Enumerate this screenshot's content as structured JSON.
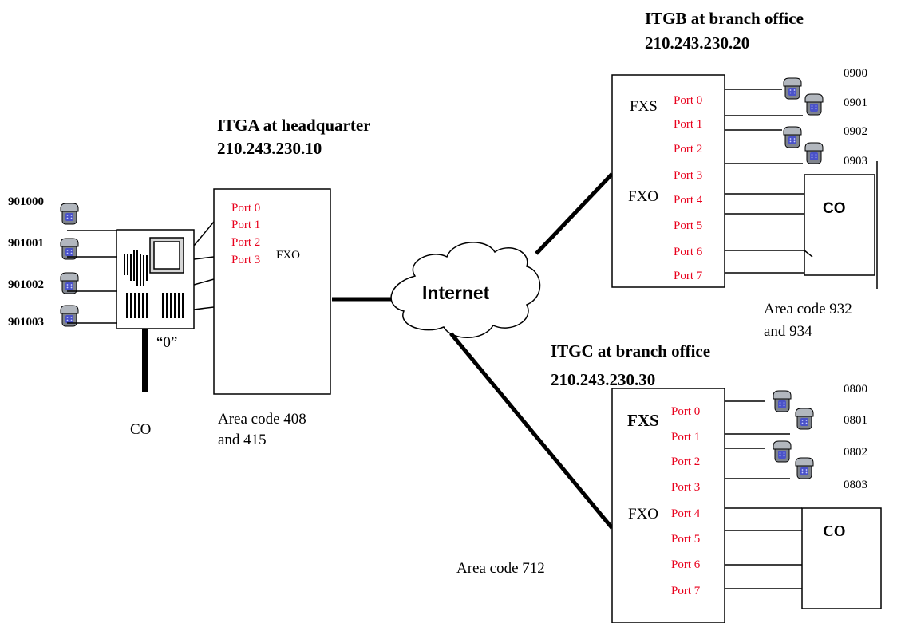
{
  "itga": {
    "title": "ITGA at headquarter",
    "ip": "210.243.230.10",
    "ports": [
      "Port 0",
      "Port 1",
      "Port 2",
      "Port 3"
    ],
    "fxo_label": "FXO",
    "area_line1": "Area code 408",
    "area_line2": "and 415"
  },
  "pbx": {
    "extensions": [
      "901000",
      "901001",
      "901002",
      "901003"
    ],
    "zero_label": "“0”",
    "co_label": "CO"
  },
  "internet": {
    "label": "Internet"
  },
  "itgb": {
    "title": "ITGB at branch office",
    "ip": "210.243.230.20",
    "fxs_label": "FXS",
    "fxo_label": "FXO",
    "ports": [
      "Port 0",
      "Port 1",
      "Port 2",
      "Port 3",
      "Port 4",
      "Port 5",
      "Port 6",
      "Port 7"
    ],
    "numbers": [
      "0900",
      "0901",
      "0902",
      "0903"
    ],
    "co_label": "CO",
    "area_line1": "Area code 932",
    "area_line2": "and 934"
  },
  "itgc": {
    "title": "ITGC at branch office",
    "ip": "210.243.230.30",
    "fxs_label": "FXS",
    "fxo_label": "FXO",
    "ports": [
      "Port 0",
      "Port 1",
      "Port 2",
      "Port 3",
      "Port 4",
      "Port 5",
      "Port 6",
      "Port 7"
    ],
    "numbers": [
      "0800",
      "0801",
      "0802",
      "0803"
    ],
    "co_label": "CO",
    "area_text": "Area code 712"
  },
  "icon_names": [
    "telephone-icon",
    "cloud-icon",
    "pbx-switch-icon"
  ],
  "colors": {
    "port_text": "#e8001c",
    "phone_body": "#8a8f97",
    "phone_keypad": "#4a52c8"
  }
}
